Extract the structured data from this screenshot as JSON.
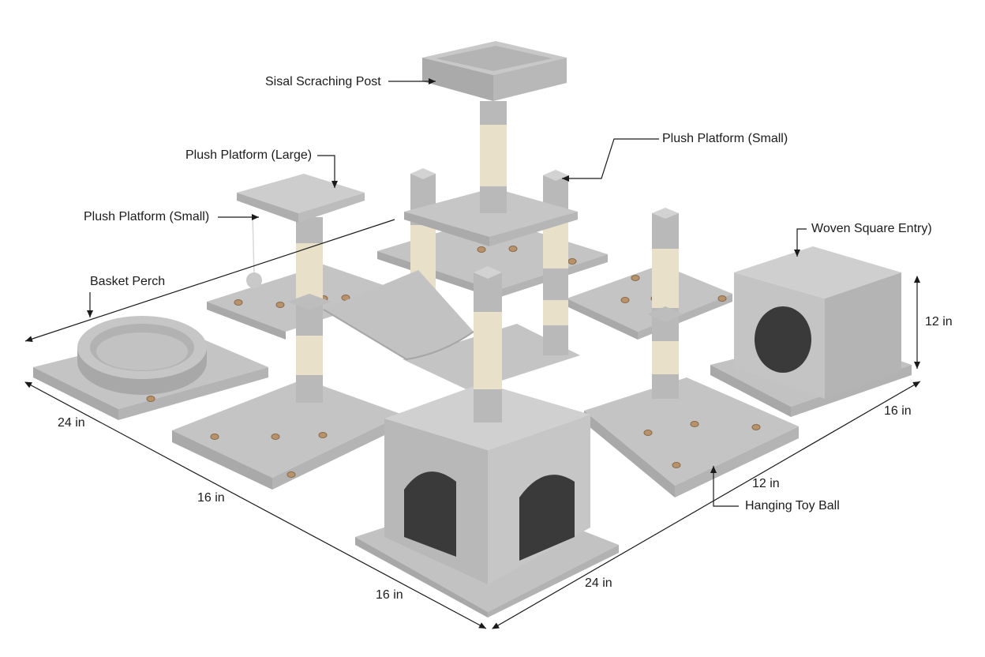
{
  "labels": {
    "sisal_post": "Sisal Scraching Post",
    "plush_small_right": "Plush Platform (Small)",
    "plush_large": "Plush Platform (Large)",
    "plush_small_left": "Plush Platform (Small)",
    "woven_entry": "Woven Square Entry)",
    "basket_perch": "Basket Perch",
    "hanging_toy": "Hanging Toy Ball"
  },
  "dimensions": {
    "left_outer": "24 in",
    "left_inner": "16 in",
    "front_left": "16 in",
    "front_right": "24 in",
    "right_inner": "12 in",
    "right_outer": "16 in",
    "box_height": "12 in"
  },
  "colors": {
    "plush": "#c2c2c2",
    "plush_dark": "#a7a7a7",
    "plush_light": "#d2d2d2",
    "sisal": "#e8e0c8",
    "hole": "#b8926a",
    "line": "#1a1a1a"
  }
}
